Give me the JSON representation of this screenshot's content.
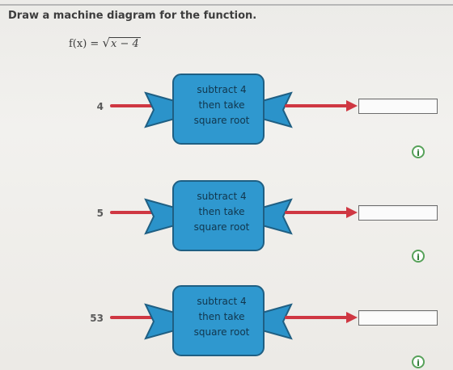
{
  "instruction": "Draw a machine diagram for the function.",
  "formula": {
    "left": "f(x) =",
    "root_symbol": "√",
    "radicand": "x − 4"
  },
  "machines": [
    {
      "input": "4",
      "line1": "subtract 4",
      "line2": "then take",
      "line3": "square root"
    },
    {
      "input": "5",
      "line1": "subtract 4",
      "line2": "then take",
      "line3": "square root"
    },
    {
      "input": "53",
      "line1": "subtract 4",
      "line2": "then take",
      "line3": "square root"
    }
  ],
  "outputs": [
    "",
    "",
    ""
  ],
  "icons": {
    "info": "info-icon",
    "info_glyph": "i"
  },
  "colors": {
    "arrow": "#cf3742",
    "machine_fill": "#2f98cf",
    "machine_outline": "#1f5f83",
    "info": "#57a25a"
  }
}
